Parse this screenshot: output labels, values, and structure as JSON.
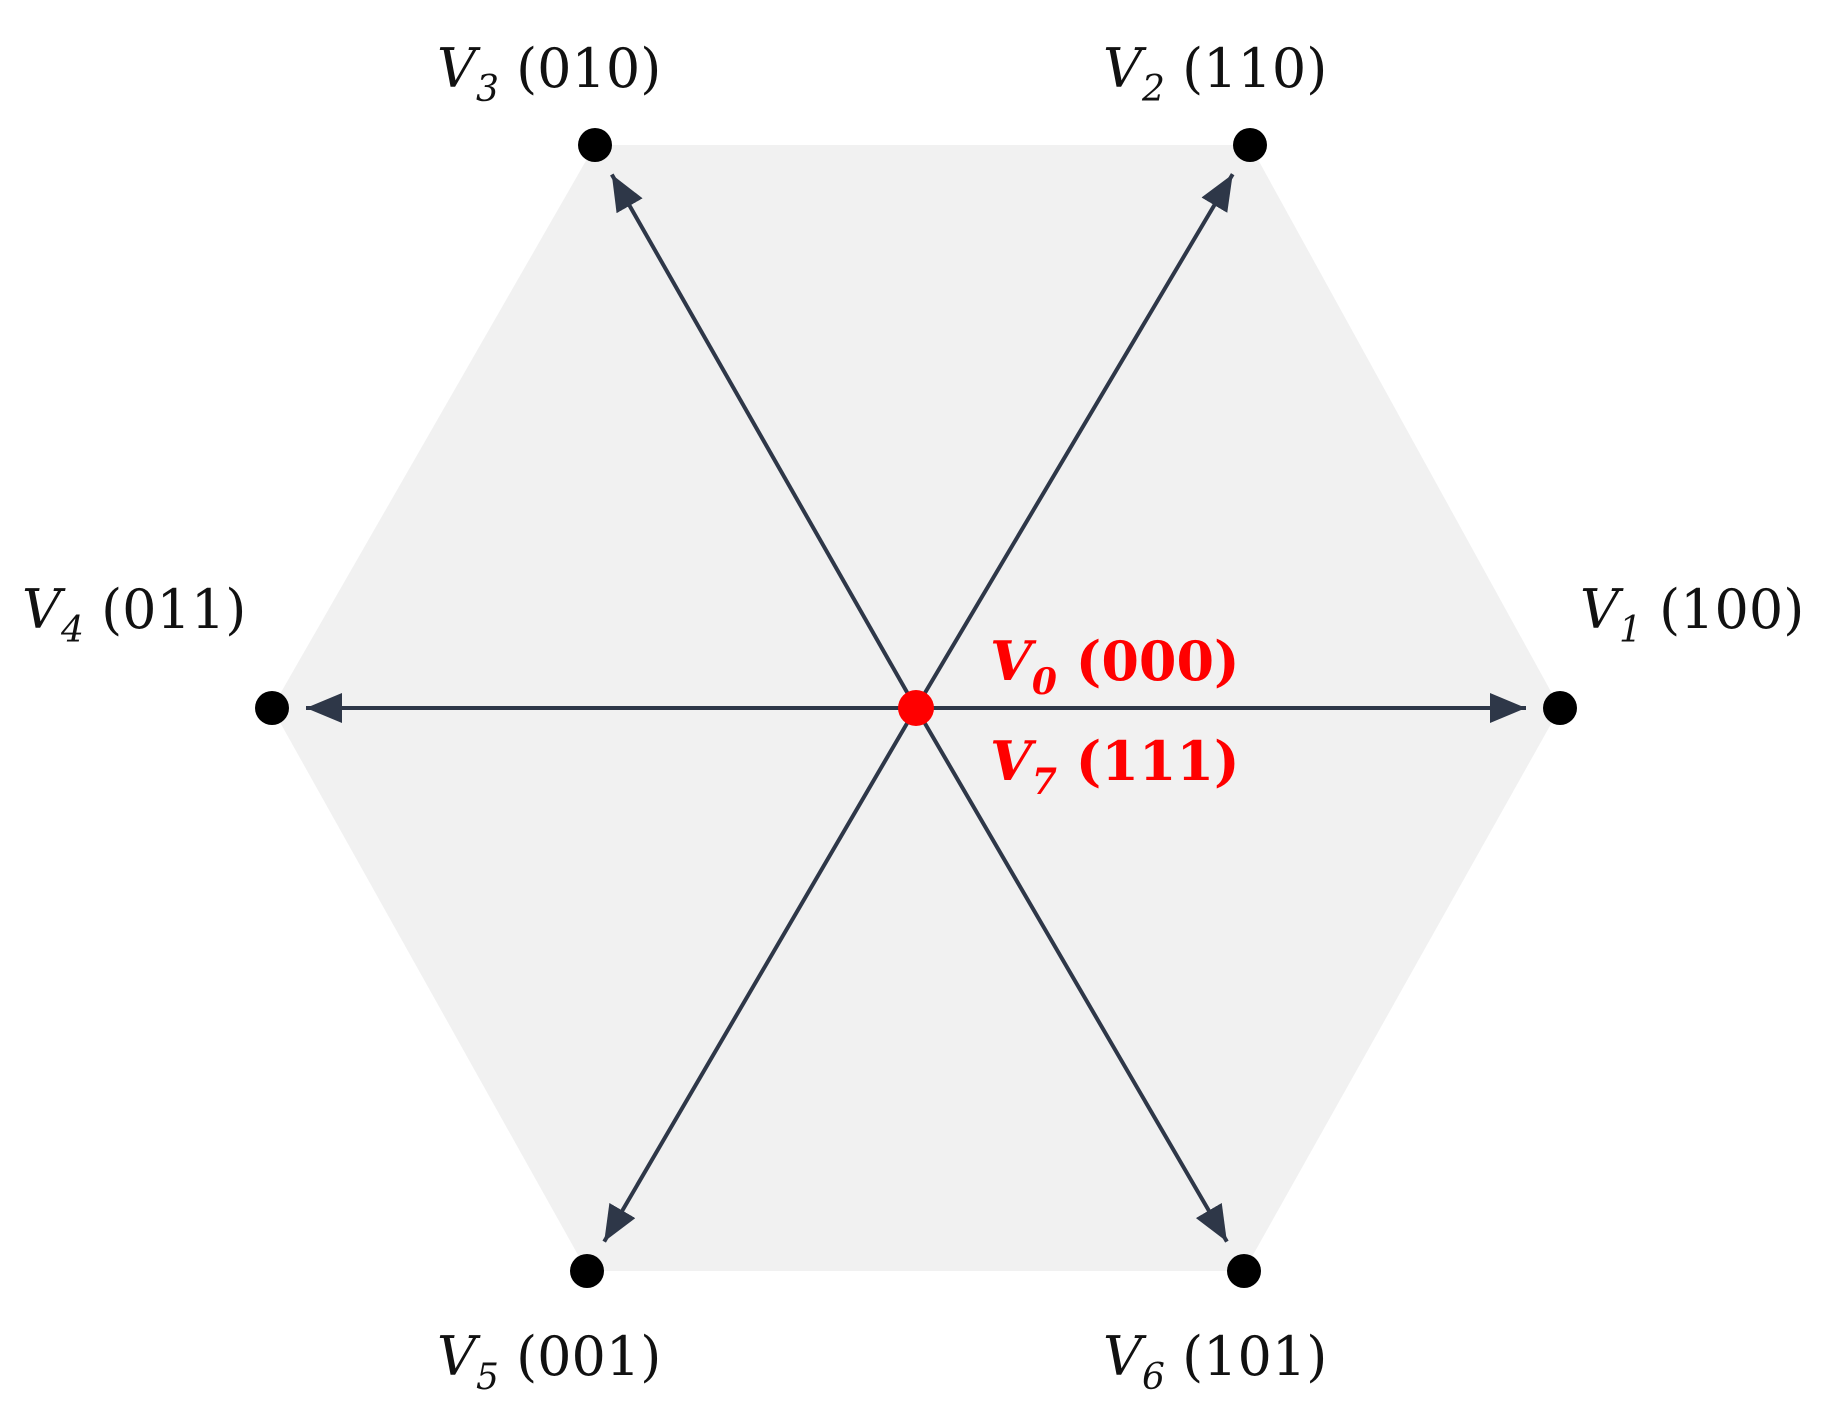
{
  "colors": {
    "hexagon_fill": "#f1f1f1",
    "arrow": "#2e3748",
    "vertex_dot": "#000000",
    "origin_dot": "#ff0000",
    "label": "#111111",
    "zero_label": "#ff0000"
  },
  "vectors": [
    {
      "id": "V1",
      "symbol": "V",
      "sub": "1",
      "code": "(100)"
    },
    {
      "id": "V2",
      "symbol": "V",
      "sub": "2",
      "code": "(110)"
    },
    {
      "id": "V3",
      "symbol": "V",
      "sub": "3",
      "code": "(010)"
    },
    {
      "id": "V4",
      "symbol": "V",
      "sub": "4",
      "code": "(011)"
    },
    {
      "id": "V5",
      "symbol": "V",
      "sub": "5",
      "code": "(001)"
    },
    {
      "id": "V6",
      "symbol": "V",
      "sub": "6",
      "code": "(101)"
    }
  ],
  "zero_vectors": [
    {
      "id": "V0",
      "symbol": "V",
      "sub": "0",
      "code": "(000)"
    },
    {
      "id": "V7",
      "symbol": "V",
      "sub": "7",
      "code": "(111)"
    }
  ]
}
